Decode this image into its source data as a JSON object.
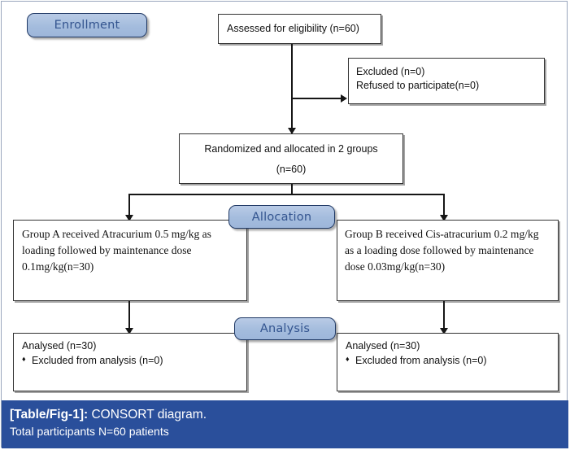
{
  "figure": {
    "outer_border_color": "#9aa7bd",
    "box_border_color": "#333333",
    "connector_color": "#161616"
  },
  "stages": {
    "enrollment": {
      "label": "Enrollment"
    },
    "allocation": {
      "label": "Allocation"
    },
    "analysis": {
      "label": "Analysis"
    },
    "pill_fill": "#a4bcdd",
    "pill_border": "#1f3864",
    "pill_text_color": "#33548f"
  },
  "nodes": {
    "assessed": {
      "lines": [
        "Assessed for eligibility (n=60)"
      ]
    },
    "excluded": {
      "lines": [
        "Excluded (n=0)",
        "Refused to participate(n=0)"
      ]
    },
    "randomized": {
      "lines": [
        "Randomized and allocated in 2 groups",
        "(n=60)"
      ]
    },
    "group_a": {
      "lines": [
        "Group A received Atracurium 0.5 mg/kg as",
        "loading followed by maintenance dose",
        "0.1mg/kg(n=30)"
      ]
    },
    "group_b": {
      "lines": [
        "Group B received Cis-atracurium 0.2 mg/kg",
        "as a loading dose followed by maintenance",
        "dose 0.03mg/kg(n=30)"
      ]
    },
    "analysed_a": {
      "line1": "Analysed (n=30)",
      "bullet": "♦",
      "line2": "Excluded from analysis (n=0)"
    },
    "analysed_b": {
      "line1": "Analysed (n=30)",
      "bullet": "♦",
      "line2": "Excluded from analysis (n=0)"
    }
  },
  "caption": {
    "tag": "[Table/Fig-1]:",
    "title": " CONSORT diagram.",
    "subtitle": "Total participants N=60 patients",
    "background": "#2a4f9b",
    "text_color": "#ffffff"
  }
}
